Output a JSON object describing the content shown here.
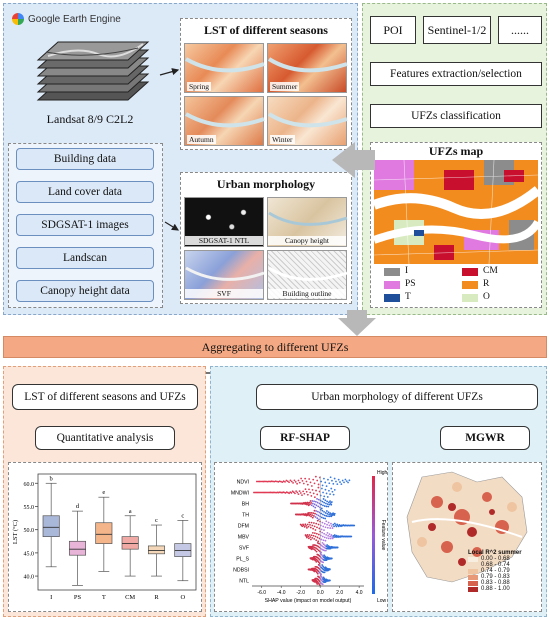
{
  "gee": {
    "logo_text": "Google Earth Engine",
    "caption": "Landsat 8/9 C2L2"
  },
  "lst_seasons": {
    "title": "LST of different seasons",
    "tiles": [
      "Spring",
      "Summer",
      "Autumn",
      "Winter"
    ]
  },
  "data_sources": [
    "Building data",
    "Land cover data",
    "SDGSAT-1 images",
    "Landscan",
    "Canopy height data"
  ],
  "morphology": {
    "title": "Urban morphology",
    "tiles": [
      "SDGSAT-1 NTL",
      "Canopy height",
      "SVF",
      "Building outline"
    ]
  },
  "top_inputs": [
    "POI",
    "Sentinel-1/2",
    "......"
  ],
  "process": {
    "features": "Features extraction/selection",
    "classification": "UFZs classification"
  },
  "ufz_map": {
    "title": "UFZs map",
    "legend": [
      {
        "label": "I",
        "color": "#8c8c8c"
      },
      {
        "label": "CM",
        "color": "#c8102e"
      },
      {
        "label": "PS",
        "color": "#e07ae0"
      },
      {
        "label": "R",
        "color": "#f28c1e"
      },
      {
        "label": "T",
        "color": "#1f4e9a"
      },
      {
        "label": "O",
        "color": "#d8ebc0"
      }
    ]
  },
  "aggregate": "Aggregating to different UFZs",
  "lst_ufz": {
    "title": "LST of different seasons and UFZs",
    "analysis": "Quantitative analysis"
  },
  "morph_ufz": {
    "title": "Urban morphology of different UFZs",
    "rf_shap": "RF-SHAP",
    "mgwr": "MGWR"
  },
  "boxplot": {
    "ylabel": "LST (°C)",
    "yticks": [
      "60.0",
      "55.0",
      "50.0",
      "45.0",
      "40.0"
    ],
    "categories": [
      "I",
      "PS",
      "T",
      "CM",
      "R",
      "O"
    ],
    "letters": [
      "b",
      "d",
      "e",
      "a",
      "c",
      "c"
    ],
    "colors": [
      "#a9b7d8",
      "#e8b4d8",
      "#f4b58a",
      "#f0a9a4",
      "#f3d7b8",
      "#c4c8e4"
    ]
  },
  "shap": {
    "features": [
      "NDVI",
      "MNDWI",
      "BH",
      "TH",
      "DFM",
      "MBV",
      "SVF",
      "PL_S",
      "NDBSI",
      "NTL"
    ],
    "xticks": [
      "-6.0",
      "-4.0",
      "-2.0",
      "0.0",
      "2.0",
      "4.0"
    ],
    "xlabel": "SHAP value (impact on model output)",
    "high": "High",
    "low": "Low",
    "feature_value": "Feature value"
  },
  "mgwr_legend": {
    "title": "Local R^2 summer",
    "items": [
      {
        "label": "0.00 - 0.68",
        "color": "#f7eee0"
      },
      {
        "label": "0.68 - 0.74",
        "color": "#f3dcc4"
      },
      {
        "label": "0.74 - 0.79",
        "color": "#efc4a0"
      },
      {
        "label": "0.79 - 0.83",
        "color": "#e89a78"
      },
      {
        "label": "0.83 - 0.88",
        "color": "#d7624e"
      },
      {
        "label": "0.88 - 1.00",
        "color": "#b12a2a"
      }
    ]
  }
}
